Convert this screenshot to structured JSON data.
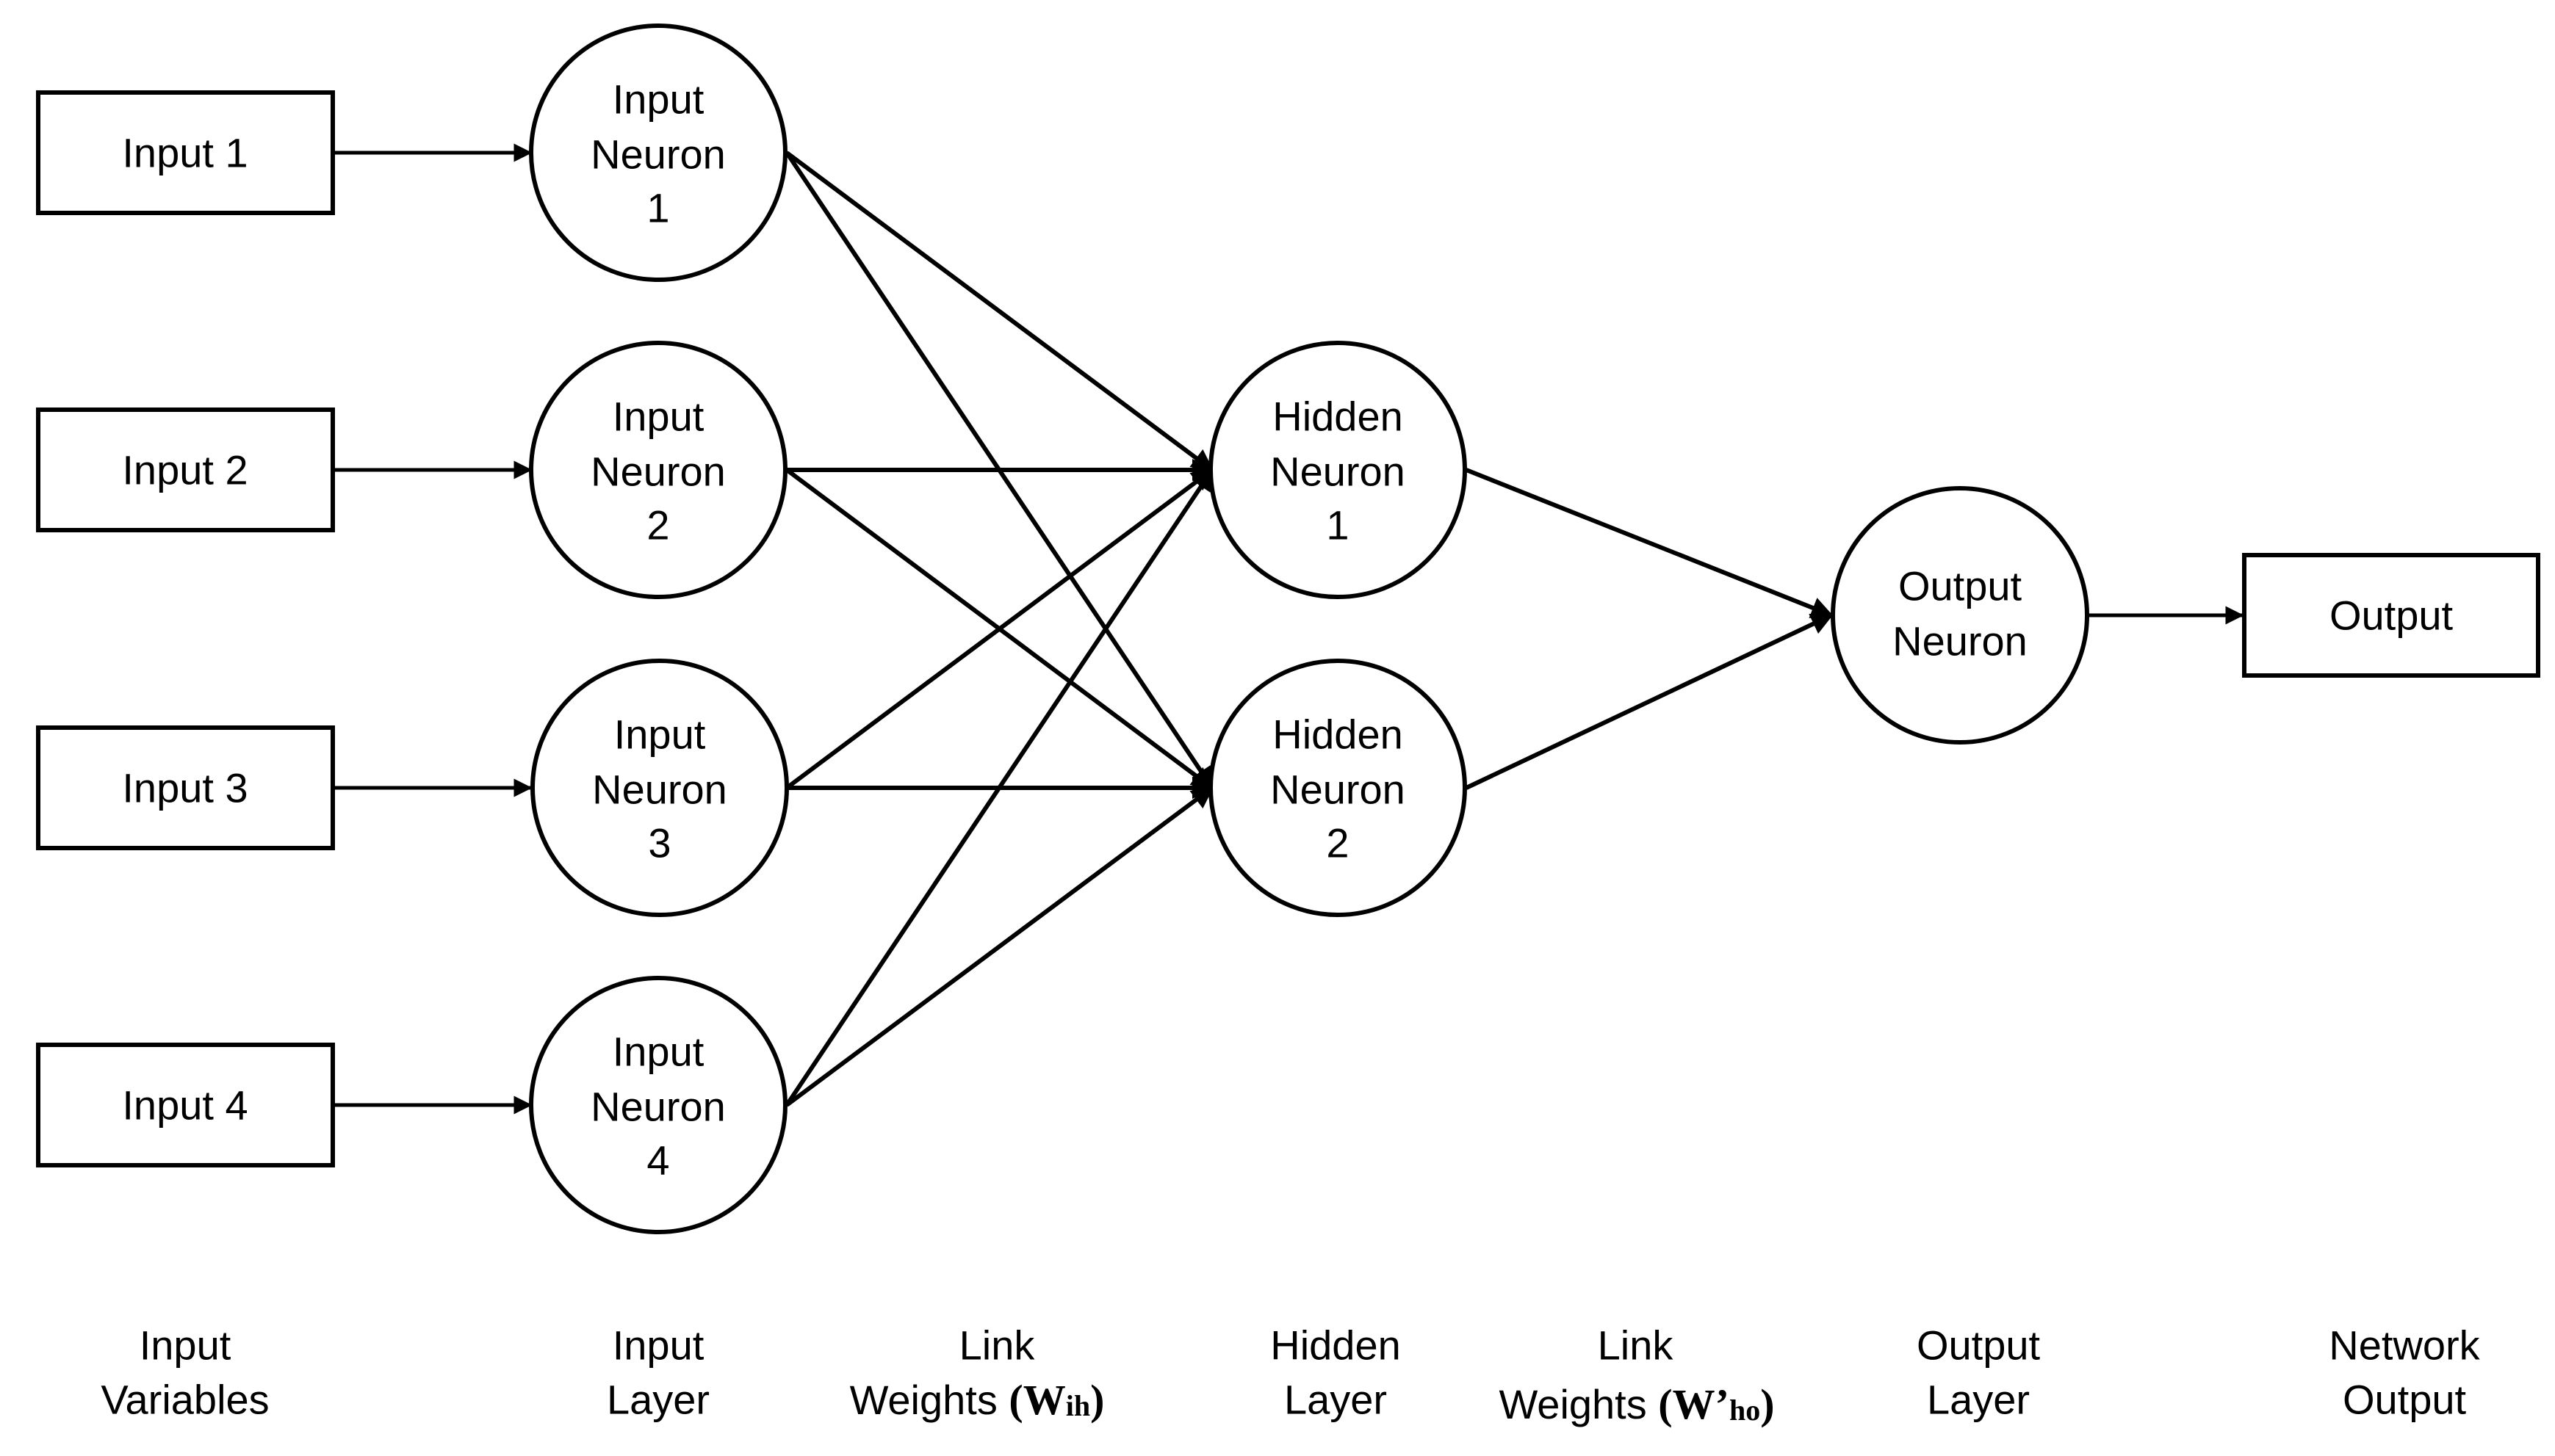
{
  "inputs": [
    {
      "label": "Input 1"
    },
    {
      "label": "Input 2"
    },
    {
      "label": "Input 3"
    },
    {
      "label": "Input 4"
    }
  ],
  "input_neurons": [
    {
      "lines": [
        "Input",
        "Neuron",
        "1"
      ]
    },
    {
      "lines": [
        "Input",
        "Neuron",
        "2"
      ]
    },
    {
      "lines": [
        "Input",
        "Neuron",
        "3"
      ]
    },
    {
      "lines": [
        "Input",
        "Neuron",
        "4"
      ]
    }
  ],
  "hidden_neurons": [
    {
      "lines": [
        "Hidden",
        "Neuron",
        "1"
      ]
    },
    {
      "lines": [
        "Hidden",
        "Neuron",
        "2"
      ]
    }
  ],
  "output_neuron": {
    "lines": [
      "Output",
      "Neuron"
    ]
  },
  "output_box": {
    "label": "Output"
  },
  "column_labels": {
    "input_variables": [
      "Input",
      "Variables"
    ],
    "input_layer": [
      "Input",
      "Layer"
    ],
    "link_weights_ih": {
      "line1": "Link",
      "line2": "Weights",
      "symbol": "W",
      "subscript": "ih"
    },
    "hidden_layer": [
      "Hidden",
      "Layer"
    ],
    "link_weights_ho": {
      "line1": "Link",
      "line2": "Weights",
      "symbol": "W’",
      "subscript": "ho"
    },
    "output_layer": [
      "Output",
      "Layer"
    ],
    "network_output": [
      "Network",
      "Output"
    ]
  },
  "colors": {
    "stroke": "#000000",
    "background": "#ffffff"
  }
}
